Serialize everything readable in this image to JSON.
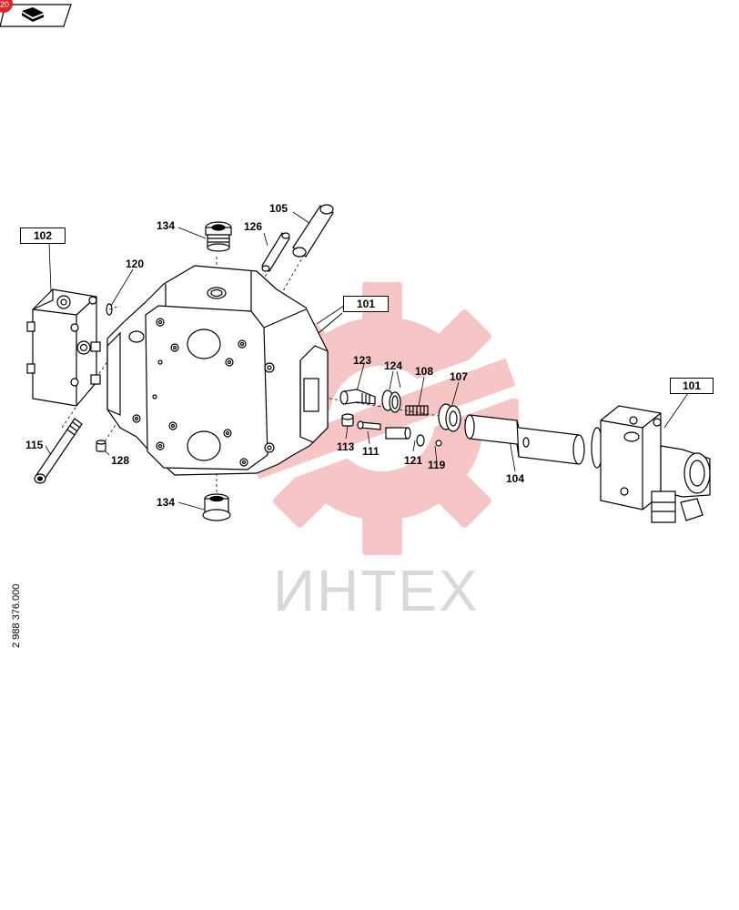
{
  "header": {
    "badge_icon": "book-open-icon",
    "corner_dot_text": "20",
    "corner_dot_color": "#e2242c"
  },
  "watermark": {
    "text": "ИНТЕХ",
    "gear_color": "#f3b3b3"
  },
  "document_number": "2 988 376.000",
  "boxed_labels": {
    "b102": "102",
    "b101_left": "101",
    "b101_right": "101"
  },
  "labels": {
    "l134_top": "134",
    "l126": "126",
    "l105": "105",
    "l120": "120",
    "l123": "123",
    "l124": "124",
    "l108": "108",
    "l107": "107",
    "l113": "113",
    "l111": "111",
    "l121": "121",
    "l119": "119",
    "l104": "104",
    "l115": "115",
    "l128": "128",
    "l134_bottom": "134"
  }
}
